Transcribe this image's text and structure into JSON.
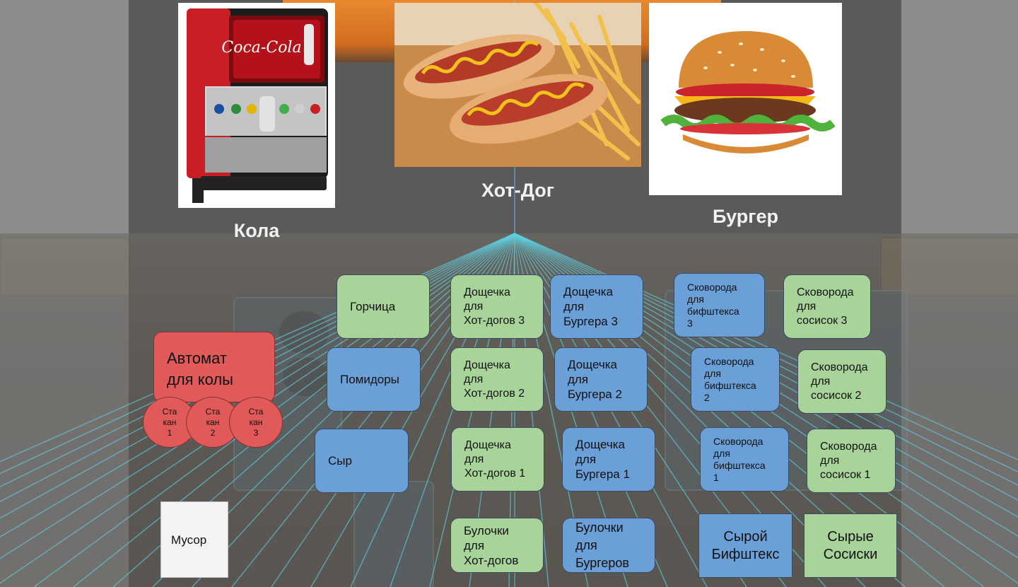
{
  "food": {
    "cola": {
      "caption": "Кола",
      "brand": "Coca-Cola"
    },
    "hotdog": {
      "caption": "Хот-Дог"
    },
    "burger": {
      "caption": "Бургер"
    }
  },
  "stations": {
    "mustard": "Горчица",
    "tomatoes": "Помидоры",
    "cheese": "Сыр",
    "cola_machine": "Автомат\nдля колы",
    "cup1": "Ста\nкан\n1",
    "cup2": "Ста\nкан\n2",
    "cup3": "Ста\nкан\n3",
    "trash": "Мусор",
    "hotdog_board3": "Дощечка\nдля\nХот-догов 3",
    "hotdog_board2": "Дощечка\nдля\nХот-догов 2",
    "hotdog_board1": "Дощечка\nдля\nХот-догов 1",
    "hotdog_buns": "Булочки\nдля\nХот-догов",
    "burger_board3": "Дощечка\nдля\nБургера 3",
    "burger_board2": "Дощечка\nдля\nБургера 2",
    "burger_board1": "Дощечка\nдля\nБургера 1",
    "burger_buns": "Булочки\nдля\nБургеров",
    "steak_pan3": "Сковорода\nдля\nбифштекса\n3",
    "steak_pan2": "Сковорода\nдля\nбифштекса\n2",
    "steak_pan1": "Сковорода\nдля\nбифштекса\n1",
    "sausage_pan3": "Сковорода\nдля\nсосисок 3",
    "sausage_pan2": "Сковорода\nдля\nсосисок 2",
    "sausage_pan1": "Сковорода\nдля\nсосисок 1",
    "raw_steak": "Сырой\nБифштекс",
    "raw_sausages": "Сырые\nСосиски"
  },
  "icons": [
    "cola-machine-icon",
    "hotdog-icon",
    "burger-icon"
  ],
  "colors": {
    "ingredient_green": "#a8d49a",
    "station_blue": "#6a9fd8",
    "cola_red": "#e05a5a",
    "trash_white": "#f3f3f3",
    "ray_cyan": "#5fd0e0"
  }
}
